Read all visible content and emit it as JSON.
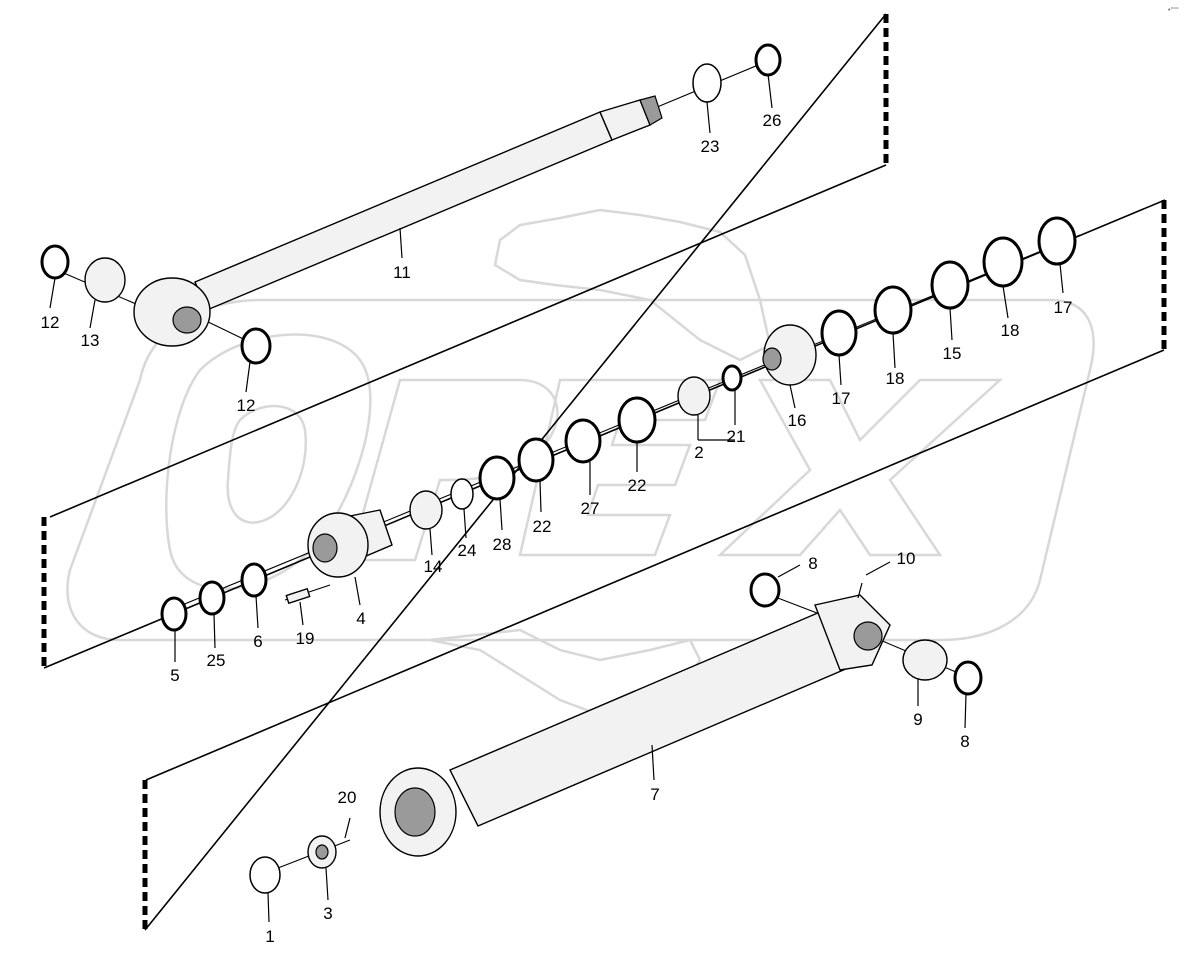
{
  "watermark": {
    "text": "OPEX",
    "color": "#d8d8d8"
  },
  "corner_mark": "•°°°",
  "callouts": [
    {
      "id": "c26",
      "label": "26"
    },
    {
      "id": "c23",
      "label": "23"
    },
    {
      "id": "c11",
      "label": "11"
    },
    {
      "id": "c12a",
      "label": "12"
    },
    {
      "id": "c13",
      "label": "13"
    },
    {
      "id": "c12b",
      "label": "12"
    },
    {
      "id": "c17a",
      "label": "17"
    },
    {
      "id": "c18a",
      "label": "18"
    },
    {
      "id": "c15",
      "label": "15"
    },
    {
      "id": "c18b",
      "label": "18"
    },
    {
      "id": "c17b",
      "label": "17"
    },
    {
      "id": "c16",
      "label": "16"
    },
    {
      "id": "c21",
      "label": "21"
    },
    {
      "id": "c2",
      "label": "2"
    },
    {
      "id": "c22a",
      "label": "22"
    },
    {
      "id": "c27",
      "label": "27"
    },
    {
      "id": "c22b",
      "label": "22"
    },
    {
      "id": "c28",
      "label": "28"
    },
    {
      "id": "c24",
      "label": "24"
    },
    {
      "id": "c14",
      "label": "14"
    },
    {
      "id": "c4",
      "label": "4"
    },
    {
      "id": "c19",
      "label": "19"
    },
    {
      "id": "c6",
      "label": "6"
    },
    {
      "id": "c25",
      "label": "25"
    },
    {
      "id": "c5",
      "label": "5"
    },
    {
      "id": "c8a",
      "label": "8"
    },
    {
      "id": "c10",
      "label": "10"
    },
    {
      "id": "c9",
      "label": "9"
    },
    {
      "id": "c8b",
      "label": "8"
    },
    {
      "id": "c7",
      "label": "7"
    },
    {
      "id": "c20",
      "label": "20"
    },
    {
      "id": "c3",
      "label": "3"
    },
    {
      "id": "c1",
      "label": "1"
    }
  ]
}
